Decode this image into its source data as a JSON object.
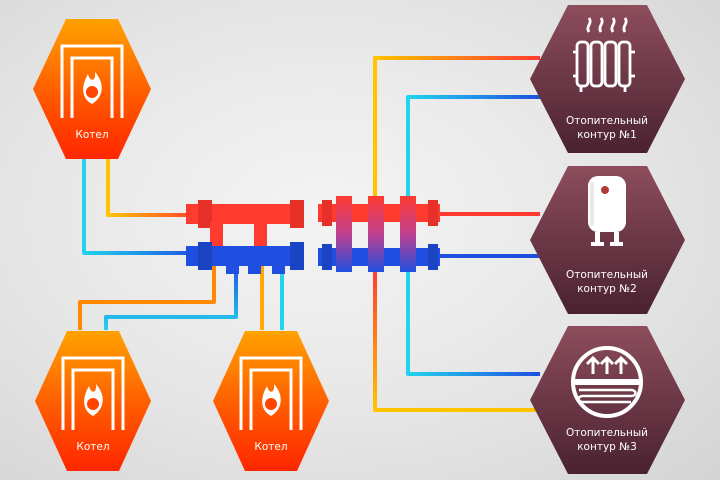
{
  "boilers": [
    {
      "label": "Котел"
    },
    {
      "label": "Котел"
    },
    {
      "label": "Котел"
    }
  ],
  "circuits": [
    {
      "line1": "Отопительный",
      "line2": "контур №1",
      "icon": "radiator-icon"
    },
    {
      "line1": "Отопительный",
      "line2": "контур №2",
      "icon": "water-heater-icon"
    },
    {
      "line1": "Отопительный",
      "line2": "контур №3",
      "icon": "floor-heating-icon"
    }
  ],
  "colors": {
    "hot": "#ff3b30",
    "hot_warm": "#ffb300",
    "cold": "#1f4fe0",
    "cold_light": "#22d3ee",
    "boiler_top": "#ff9a00",
    "boiler_bottom": "#ff2a00",
    "circuit_top": "#8a4a58",
    "circuit_bottom": "#4e2430"
  }
}
